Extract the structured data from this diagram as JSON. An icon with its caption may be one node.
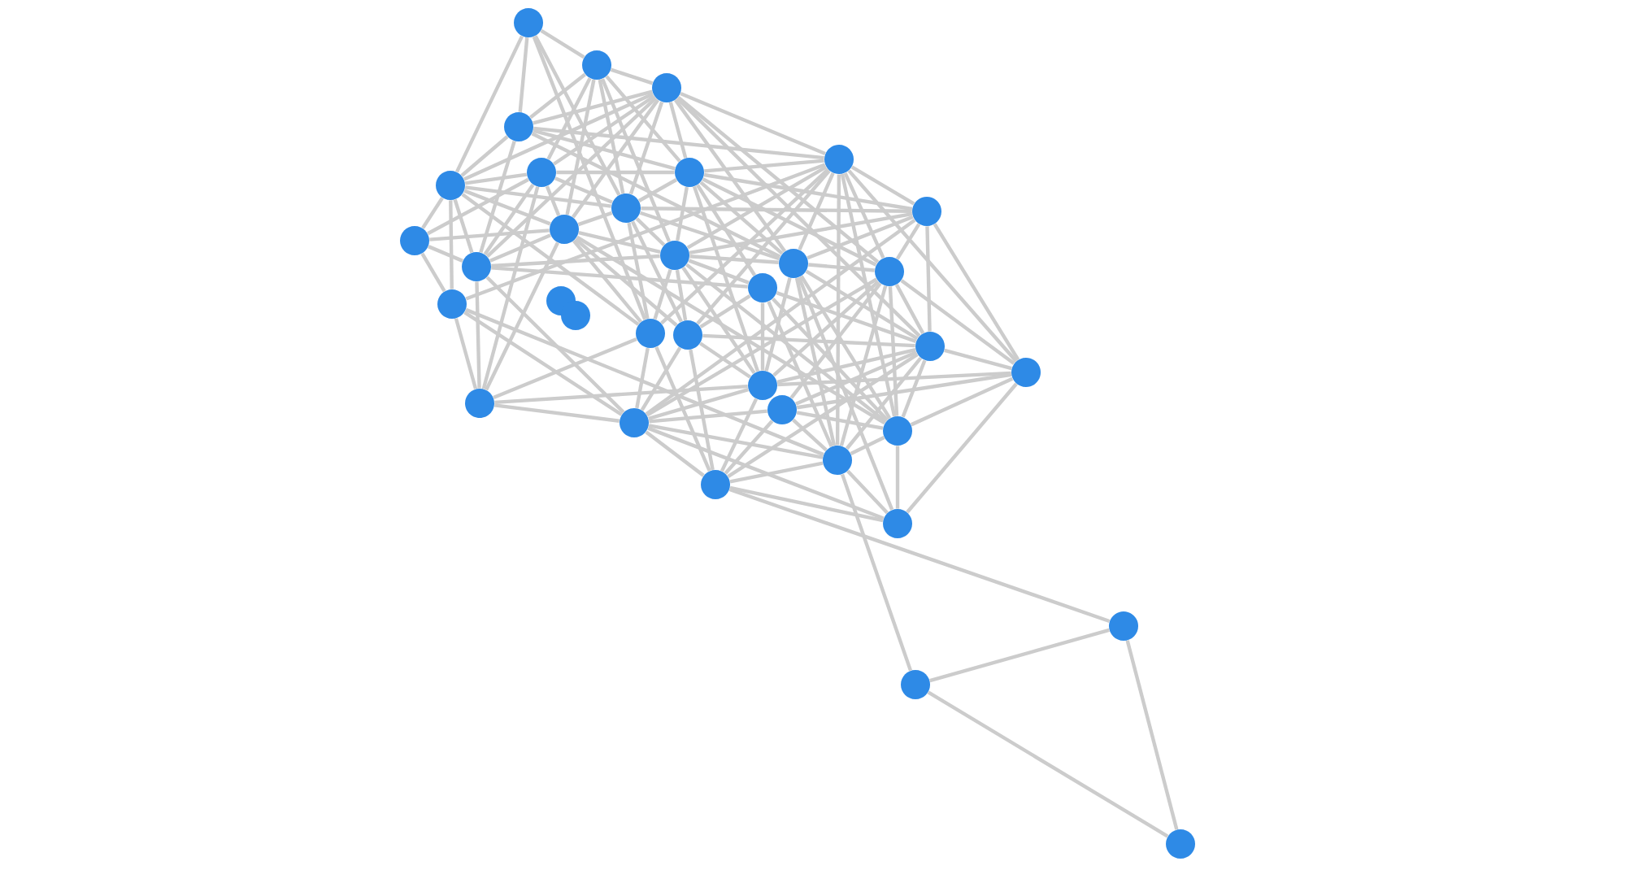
{
  "diagram": {
    "nodes": [
      {
        "text": [],
        "shape": "circle"
      },
      {
        "text": [],
        "shape": "circle"
      },
      {
        "text": [],
        "shape": "circle"
      },
      {
        "text": [],
        "shape": "circle"
      },
      {
        "text": [],
        "shape": "circle"
      },
      {
        "text": [],
        "shape": "circle"
      },
      {
        "text": [],
        "shape": "circle"
      },
      {
        "text": [],
        "shape": "circle"
      },
      {
        "text": [],
        "shape": "circle"
      },
      {
        "text": [],
        "shape": "circle"
      },
      {
        "text": [],
        "shape": "circle"
      },
      {
        "text": [],
        "shape": "circle"
      },
      {
        "text": [],
        "shape": "circle"
      },
      {
        "text": [],
        "shape": "circle"
      },
      {
        "text": [],
        "shape": "circle"
      },
      {
        "text": [],
        "shape": "circle"
      },
      {
        "text": [],
        "shape": "circle"
      },
      {
        "text": [],
        "shape": "circle"
      },
      {
        "text": [],
        "shape": "circle"
      },
      {
        "text": [],
        "shape": "circle"
      },
      {
        "text": [],
        "shape": "circle"
      },
      {
        "text": [],
        "shape": "circle"
      },
      {
        "text": [],
        "shape": "circle"
      },
      {
        "text": [],
        "shape": "circle"
      },
      {
        "text": [],
        "shape": "circle"
      },
      {
        "text": [],
        "shape": "circle"
      },
      {
        "text": [],
        "shape": "circle"
      },
      {
        "text": [],
        "shape": "circle"
      },
      {
        "text": [],
        "shape": "circle"
      },
      {
        "text": [],
        "shape": "circle"
      },
      {
        "text": [],
        "shape": "circle"
      },
      {
        "text": [],
        "shape": "circle"
      },
      {
        "text": [],
        "shape": "circle"
      },
      {
        "text": [],
        "shape": "circle"
      },
      {
        "text": [],
        "shape": "circle"
      }
    ],
    "edges": [
      {
        "from": 0,
        "to": 1,
        "arrow": "none"
      },
      {
        "from": 0,
        "to": 3,
        "arrow": "none"
      },
      {
        "from": 0,
        "to": 4,
        "arrow": "none"
      },
      {
        "from": 0,
        "to": 12,
        "arrow": "none"
      },
      {
        "from": 0,
        "to": 20,
        "arrow": "none"
      },
      {
        "from": 1,
        "to": 2,
        "arrow": "none"
      },
      {
        "from": 1,
        "to": 3,
        "arrow": "none"
      },
      {
        "from": 1,
        "to": 5,
        "arrow": "none"
      },
      {
        "from": 1,
        "to": 6,
        "arrow": "none"
      },
      {
        "from": 1,
        "to": 11,
        "arrow": "none"
      },
      {
        "from": 1,
        "to": 12,
        "arrow": "none"
      },
      {
        "from": 1,
        "to": 13,
        "arrow": "none"
      },
      {
        "from": 2,
        "to": 3,
        "arrow": "none"
      },
      {
        "from": 2,
        "to": 4,
        "arrow": "none"
      },
      {
        "from": 2,
        "to": 5,
        "arrow": "none"
      },
      {
        "from": 2,
        "to": 6,
        "arrow": "none"
      },
      {
        "from": 2,
        "to": 7,
        "arrow": "none"
      },
      {
        "from": 2,
        "to": 10,
        "arrow": "none"
      },
      {
        "from": 2,
        "to": 11,
        "arrow": "none"
      },
      {
        "from": 2,
        "to": 12,
        "arrow": "none"
      },
      {
        "from": 2,
        "to": 14,
        "arrow": "none"
      },
      {
        "from": 2,
        "to": 15,
        "arrow": "none"
      },
      {
        "from": 2,
        "to": 22,
        "arrow": "none"
      },
      {
        "from": 3,
        "to": 4,
        "arrow": "none"
      },
      {
        "from": 3,
        "to": 6,
        "arrow": "none"
      },
      {
        "from": 3,
        "to": 7,
        "arrow": "none"
      },
      {
        "from": 3,
        "to": 10,
        "arrow": "none"
      },
      {
        "from": 3,
        "to": 14,
        "arrow": "none"
      },
      {
        "from": 4,
        "to": 5,
        "arrow": "none"
      },
      {
        "from": 4,
        "to": 9,
        "arrow": "none"
      },
      {
        "from": 4,
        "to": 10,
        "arrow": "none"
      },
      {
        "from": 4,
        "to": 11,
        "arrow": "none"
      },
      {
        "from": 4,
        "to": 12,
        "arrow": "none"
      },
      {
        "from": 4,
        "to": 16,
        "arrow": "none"
      },
      {
        "from": 4,
        "to": 20,
        "arrow": "none"
      },
      {
        "from": 5,
        "to": 6,
        "arrow": "none"
      },
      {
        "from": 5,
        "to": 9,
        "arrow": "none"
      },
      {
        "from": 5,
        "to": 10,
        "arrow": "none"
      },
      {
        "from": 5,
        "to": 11,
        "arrow": "none"
      },
      {
        "from": 5,
        "to": 12,
        "arrow": "none"
      },
      {
        "from": 5,
        "to": 24,
        "arrow": "none"
      },
      {
        "from": 6,
        "to": 7,
        "arrow": "none"
      },
      {
        "from": 6,
        "to": 8,
        "arrow": "none"
      },
      {
        "from": 6,
        "to": 12,
        "arrow": "none"
      },
      {
        "from": 6,
        "to": 13,
        "arrow": "none"
      },
      {
        "from": 6,
        "to": 14,
        "arrow": "none"
      },
      {
        "from": 6,
        "to": 15,
        "arrow": "none"
      },
      {
        "from": 6,
        "to": 19,
        "arrow": "none"
      },
      {
        "from": 6,
        "to": 25,
        "arrow": "none"
      },
      {
        "from": 7,
        "to": 8,
        "arrow": "none"
      },
      {
        "from": 7,
        "to": 13,
        "arrow": "none"
      },
      {
        "from": 7,
        "to": 14,
        "arrow": "none"
      },
      {
        "from": 7,
        "to": 15,
        "arrow": "none"
      },
      {
        "from": 7,
        "to": 16,
        "arrow": "none"
      },
      {
        "from": 7,
        "to": 20,
        "arrow": "none"
      },
      {
        "from": 7,
        "to": 21,
        "arrow": "none"
      },
      {
        "from": 7,
        "to": 23,
        "arrow": "none"
      },
      {
        "from": 7,
        "to": 28,
        "arrow": "none"
      },
      {
        "from": 7,
        "to": 29,
        "arrow": "none"
      },
      {
        "from": 8,
        "to": 12,
        "arrow": "none"
      },
      {
        "from": 8,
        "to": 13,
        "arrow": "none"
      },
      {
        "from": 8,
        "to": 14,
        "arrow": "none"
      },
      {
        "from": 8,
        "to": 15,
        "arrow": "none"
      },
      {
        "from": 8,
        "to": 22,
        "arrow": "none"
      },
      {
        "from": 8,
        "to": 23,
        "arrow": "none"
      },
      {
        "from": 8,
        "to": 27,
        "arrow": "none"
      },
      {
        "from": 9,
        "to": 10,
        "arrow": "none"
      },
      {
        "from": 9,
        "to": 11,
        "arrow": "none"
      },
      {
        "from": 9,
        "to": 16,
        "arrow": "none"
      },
      {
        "from": 10,
        "to": 11,
        "arrow": "none"
      },
      {
        "from": 10,
        "to": 13,
        "arrow": "none"
      },
      {
        "from": 10,
        "to": 19,
        "arrow": "none"
      },
      {
        "from": 10,
        "to": 24,
        "arrow": "none"
      },
      {
        "from": 10,
        "to": 27,
        "arrow": "none"
      },
      {
        "from": 11,
        "to": 12,
        "arrow": "none"
      },
      {
        "from": 11,
        "to": 13,
        "arrow": "none"
      },
      {
        "from": 11,
        "to": 20,
        "arrow": "none"
      },
      {
        "from": 11,
        "to": 21,
        "arrow": "none"
      },
      {
        "from": 11,
        "to": 24,
        "arrow": "none"
      },
      {
        "from": 11,
        "to": 28,
        "arrow": "none"
      },
      {
        "from": 12,
        "to": 13,
        "arrow": "none"
      },
      {
        "from": 12,
        "to": 14,
        "arrow": "none"
      },
      {
        "from": 12,
        "to": 20,
        "arrow": "none"
      },
      {
        "from": 12,
        "to": 21,
        "arrow": "none"
      },
      {
        "from": 13,
        "to": 14,
        "arrow": "none"
      },
      {
        "from": 13,
        "to": 19,
        "arrow": "none"
      },
      {
        "from": 13,
        "to": 20,
        "arrow": "none"
      },
      {
        "from": 13,
        "to": 21,
        "arrow": "none"
      },
      {
        "from": 13,
        "to": 25,
        "arrow": "none"
      },
      {
        "from": 13,
        "to": 28,
        "arrow": "none"
      },
      {
        "from": 14,
        "to": 15,
        "arrow": "none"
      },
      {
        "from": 14,
        "to": 22,
        "arrow": "none"
      },
      {
        "from": 14,
        "to": 25,
        "arrow": "none"
      },
      {
        "from": 14,
        "to": 28,
        "arrow": "none"
      },
      {
        "from": 14,
        "to": 29,
        "arrow": "none"
      },
      {
        "from": 14,
        "to": 31,
        "arrow": "none"
      },
      {
        "from": 15,
        "to": 22,
        "arrow": "none"
      },
      {
        "from": 15,
        "to": 23,
        "arrow": "none"
      },
      {
        "from": 15,
        "to": 25,
        "arrow": "none"
      },
      {
        "from": 15,
        "to": 26,
        "arrow": "none"
      },
      {
        "from": 15,
        "to": 27,
        "arrow": "none"
      },
      {
        "from": 15,
        "to": 28,
        "arrow": "none"
      },
      {
        "from": 15,
        "to": 29,
        "arrow": "none"
      },
      {
        "from": 16,
        "to": 24,
        "arrow": "none"
      },
      {
        "from": 16,
        "to": 27,
        "arrow": "none"
      },
      {
        "from": 16,
        "to": 29,
        "arrow": "none"
      },
      {
        "from": 19,
        "to": 21,
        "arrow": "none"
      },
      {
        "from": 19,
        "to": 22,
        "arrow": "none"
      },
      {
        "from": 19,
        "to": 25,
        "arrow": "none"
      },
      {
        "from": 19,
        "to": 28,
        "arrow": "none"
      },
      {
        "from": 19,
        "to": 29,
        "arrow": "none"
      },
      {
        "from": 20,
        "to": 24,
        "arrow": "none"
      },
      {
        "from": 20,
        "to": 27,
        "arrow": "none"
      },
      {
        "from": 20,
        "to": 30,
        "arrow": "none"
      },
      {
        "from": 21,
        "to": 22,
        "arrow": "none"
      },
      {
        "from": 21,
        "to": 25,
        "arrow": "none"
      },
      {
        "from": 21,
        "to": 27,
        "arrow": "none"
      },
      {
        "from": 21,
        "to": 30,
        "arrow": "none"
      },
      {
        "from": 22,
        "to": 23,
        "arrow": "none"
      },
      {
        "from": 22,
        "to": 25,
        "arrow": "none"
      },
      {
        "from": 22,
        "to": 26,
        "arrow": "none"
      },
      {
        "from": 22,
        "to": 28,
        "arrow": "none"
      },
      {
        "from": 22,
        "to": 29,
        "arrow": "none"
      },
      {
        "from": 22,
        "to": 30,
        "arrow": "none"
      },
      {
        "from": 23,
        "to": 25,
        "arrow": "none"
      },
      {
        "from": 23,
        "to": 26,
        "arrow": "none"
      },
      {
        "from": 23,
        "to": 28,
        "arrow": "none"
      },
      {
        "from": 23,
        "to": 31,
        "arrow": "none"
      },
      {
        "from": 24,
        "to": 25,
        "arrow": "none"
      },
      {
        "from": 24,
        "to": 27,
        "arrow": "none"
      },
      {
        "from": 25,
        "to": 27,
        "arrow": "none"
      },
      {
        "from": 25,
        "to": 30,
        "arrow": "none"
      },
      {
        "from": 26,
        "to": 27,
        "arrow": "none"
      },
      {
        "from": 26,
        "to": 28,
        "arrow": "none"
      },
      {
        "from": 26,
        "to": 29,
        "arrow": "none"
      },
      {
        "from": 26,
        "to": 30,
        "arrow": "none"
      },
      {
        "from": 27,
        "to": 29,
        "arrow": "none"
      },
      {
        "from": 27,
        "to": 30,
        "arrow": "none"
      },
      {
        "from": 27,
        "to": 31,
        "arrow": "none"
      },
      {
        "from": 28,
        "to": 29,
        "arrow": "none"
      },
      {
        "from": 28,
        "to": 31,
        "arrow": "none"
      },
      {
        "from": 29,
        "to": 30,
        "arrow": "none"
      },
      {
        "from": 29,
        "to": 31,
        "arrow": "none"
      },
      {
        "from": 29,
        "to": 33,
        "arrow": "none"
      },
      {
        "from": 30,
        "to": 31,
        "arrow": "none"
      },
      {
        "from": 30,
        "to": 32,
        "arrow": "none"
      },
      {
        "from": 32,
        "to": 33,
        "arrow": "none"
      },
      {
        "from": 32,
        "to": 34,
        "arrow": "none"
      },
      {
        "from": 33,
        "to": 34,
        "arrow": "none"
      }
    ]
  }
}
